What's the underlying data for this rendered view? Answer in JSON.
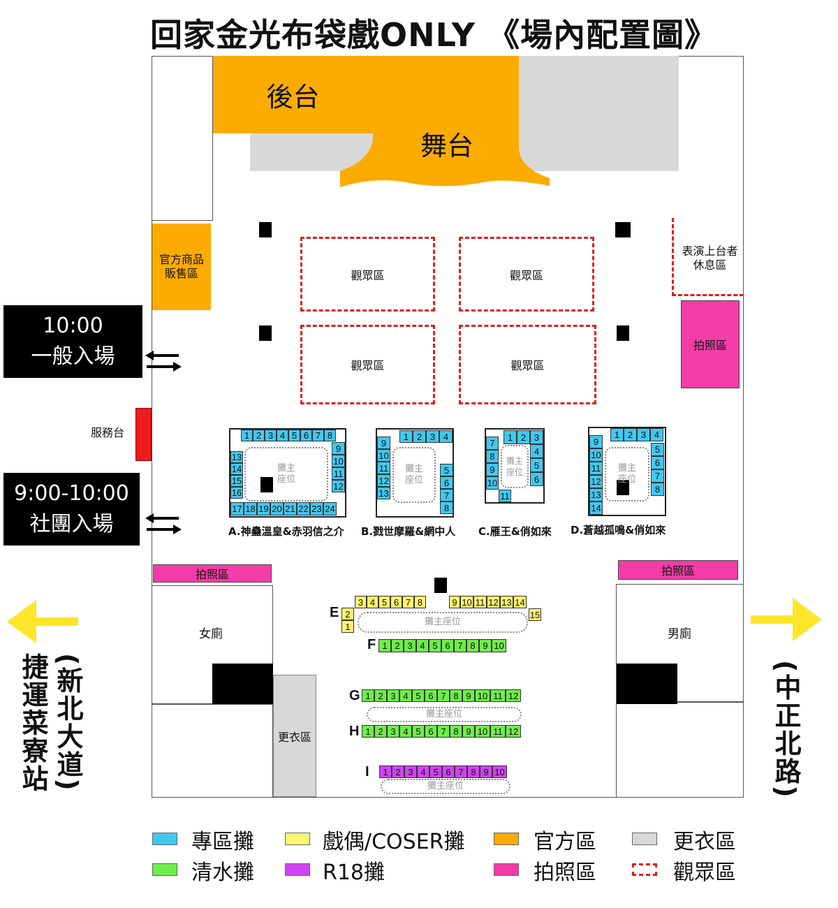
{
  "title": "回家金光布袋戲ONLY 《場內配置圖》",
  "areas": {
    "backstage": "後台",
    "stage": "舞台",
    "official_shop": "官方商品\n販售區",
    "performer_rest": "表演上台者\n休息區",
    "photo": "拍照區",
    "audience": "觀眾區",
    "service_desk": "服務台",
    "female_toilet": "女廁",
    "male_toilet": "男廁",
    "changing": "更衣區",
    "seat": "攤主\n座位",
    "seat_inline": "攤主座位"
  },
  "entrances": {
    "general_time": "10:00",
    "general_label": "一般入場",
    "club_time": "9:00-10:00",
    "club_label": "社團入場"
  },
  "directions": {
    "left": "捷運菜寮站",
    "left_paren": "(新北大道)",
    "right": "(中正北路)"
  },
  "zones": {
    "A": "A.神蠱溫皇&赤羽信之介",
    "B": "B.戮世摩羅&網中人",
    "C": "C.雁王&俏如來",
    "D": "D.蒼越孤鳴&俏如來"
  },
  "rows": {
    "E": "E",
    "F": "F",
    "G": "G",
    "H": "H",
    "I": "I"
  },
  "booth_numbers": {
    "A_top": [
      "1",
      "2",
      "3",
      "4",
      "5",
      "6",
      "7",
      "8"
    ],
    "A_right": [
      "9",
      "10",
      "11",
      "12"
    ],
    "A_left": [
      "13",
      "14",
      "15",
      "16"
    ],
    "A_bottom": [
      "17",
      "18",
      "19",
      "20",
      "21",
      "22",
      "23",
      "24"
    ],
    "B_top": [
      "1",
      "2",
      "3",
      "4"
    ],
    "B_left": [
      "9",
      "10",
      "11",
      "12",
      "13"
    ],
    "B_right": [
      "5",
      "6",
      "7",
      "8"
    ],
    "C_top": [
      "1",
      "2",
      "3"
    ],
    "C_left": [
      "7",
      "8",
      "9",
      "10"
    ],
    "C_right": [
      "4",
      "5",
      "6"
    ],
    "C_bottom": [
      "11"
    ],
    "D_top": [
      "1",
      "2",
      "3",
      "4"
    ],
    "D_left": [
      "9",
      "10",
      "11",
      "12",
      "13",
      "14"
    ],
    "D_right": [
      "5",
      "6",
      "7",
      "8"
    ],
    "E_top1": [
      "3",
      "4",
      "5",
      "6",
      "7",
      "8"
    ],
    "E_top2": [
      "9",
      "10",
      "11",
      "12",
      "13",
      "14"
    ],
    "E_left": [
      "2",
      "1"
    ],
    "E_right": [
      "15"
    ],
    "row10": [
      "1",
      "2",
      "3",
      "4",
      "5",
      "6",
      "7",
      "8",
      "9",
      "10"
    ],
    "row12": [
      "1",
      "2",
      "3",
      "4",
      "5",
      "6",
      "7",
      "8",
      "9",
      "10",
      "11",
      "12"
    ]
  },
  "legend": {
    "blue": "專區攤",
    "green": "清水攤",
    "yellow": "戲偶/COSER攤",
    "purple": "R18攤",
    "orange": "官方區",
    "pink": "拍照區",
    "gray": "更衣區",
    "audience": "觀眾區"
  },
  "colors": {
    "blue": "#41c8ef",
    "green": "#6eee4a",
    "yellow": "#fdf56f",
    "purple": "#cf44f0",
    "orange": "#fcab00",
    "pink": "#f43ca8",
    "gray": "#d8d8d8",
    "audience_border": "#e21b1b",
    "arrow": "#fde52a"
  }
}
